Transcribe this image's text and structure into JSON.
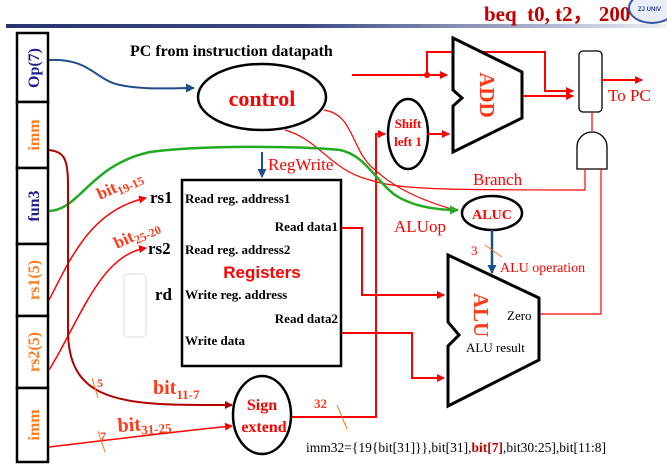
{
  "header": {
    "title": "beq  t0, t2， 200",
    "logo_text": "ZJ UNIV"
  },
  "fields": [
    {
      "label": "Op(7)",
      "color": "#1f1f8f"
    },
    {
      "label": "imm",
      "color": "#ff7a1a"
    },
    {
      "label": "fun3",
      "color": "#1f1f8f"
    },
    {
      "label": "rs1(5)",
      "color": "#ff7a1a"
    },
    {
      "label": "rs2(5)",
      "color": "#ff7a1a"
    },
    {
      "label": "imm",
      "color": "#ff7a1a"
    }
  ],
  "labels": {
    "pc_source": "PC from instruction datapath",
    "control": "control",
    "shift1": "Shift",
    "shift2": "left 1",
    "add": "ADD",
    "to_pc": "To PC",
    "branch": "Branch",
    "aluc": "ALUC",
    "aluop": "ALUop",
    "alu_op_width": "3",
    "alu_operation": "ALU operation",
    "alu": "ALU",
    "zero": "Zero",
    "alu_result": "ALU result",
    "regwrite": "RegWrite",
    "registers": "Registers",
    "read_addr1": "Read reg. address1",
    "read_data1": "Read data1",
    "read_addr2": "Read reg. address2",
    "write_addr": "Write reg. address",
    "read_data2": "Read data2",
    "write_data": "Write data",
    "rs1": "rs1",
    "rs2": "rs2",
    "rd": "rd",
    "bit_19_15_main": "bit",
    "bit_19_15_sub": "19-15",
    "bit_25_20_main": "bit",
    "bit_25_20_sub": "25-20",
    "bit_11_7_main": "bit",
    "bit_11_7_sub": "11-7",
    "bit_31_25_main": "bit",
    "bit_31_25_sub": "31-25",
    "width_5": "5",
    "width_7": "7",
    "width_32": "32",
    "sign1": "Sign",
    "sign2": "extend",
    "imm32_a": "imm32={19{bit[31]}},bit[31],",
    "imm32_b": "bit[7]",
    "imm32_c": ",bit30:25],bit[11:8]"
  },
  "colors": {
    "wire": "#ff0000",
    "dark_wire": "#b00000",
    "green_wire": "#22aa22",
    "blue_wire": "#1f4e8c",
    "label_red": "#ff0000",
    "orange": "#ff7a1a",
    "navy": "#1f1f8f"
  }
}
